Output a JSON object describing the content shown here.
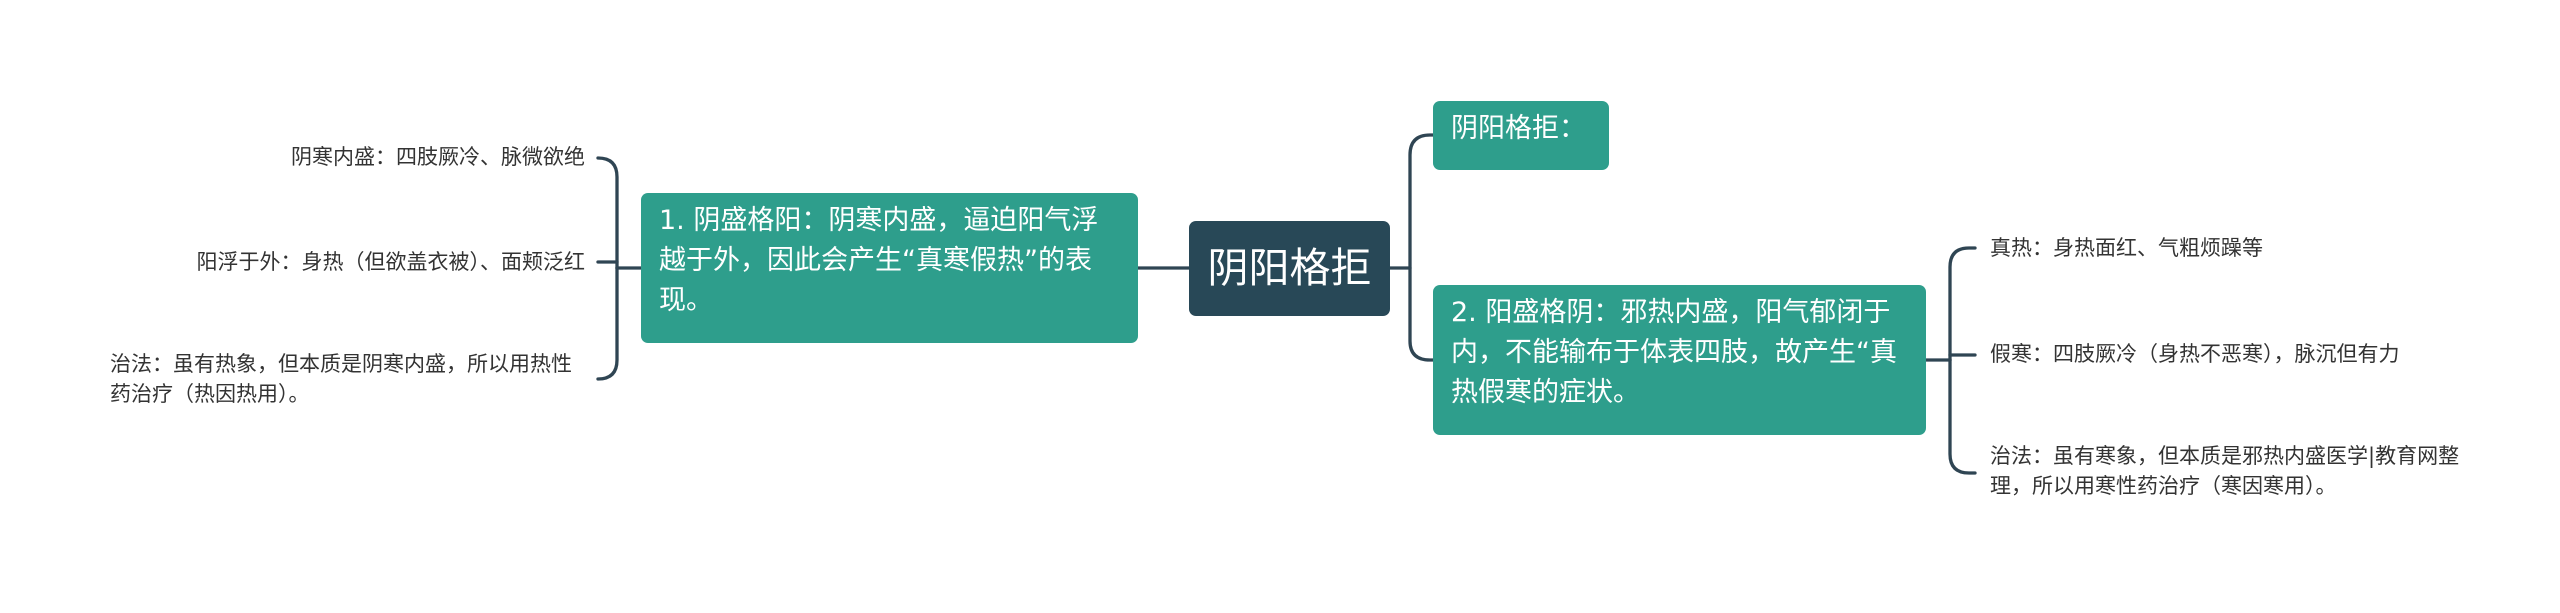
{
  "mindmap": {
    "root": "阴阳格拒",
    "branches": {
      "left": {
        "label": "1. 阴盛格阳：阴寒内盛，逼迫阳气浮越于外，因此会产生“真寒假热”的表现。",
        "children": [
          "阴寒内盛：四肢厥冷、脉微欲绝",
          "阳浮于外：身热（但欲盖衣被）、面颊泛红",
          "治法：虽有热象，但本质是阴寒内盛，所以用热性药治疗（热因热用）。"
        ]
      },
      "top": {
        "label": "阴阳格拒："
      },
      "right": {
        "label": "2. 阳盛格阴：邪热内盛，阳气郁闭于内，不能输布于体表四肢，故产生“真热假寒的症状。",
        "children": [
          "真热：身热面红、气粗烦躁等",
          "假寒：四肢厥冷（身热不恶寒），脉沉但有力",
          "治法：虽有寒象，但本质是邪热内盛医学|教育网整理，所以用寒性药治疗（寒因寒用）。"
        ]
      }
    }
  },
  "colors": {
    "root_fill": "#284857",
    "branch_fill": "#2e9e8c",
    "connector": "#2f4553",
    "leaf_text": "#333333"
  }
}
